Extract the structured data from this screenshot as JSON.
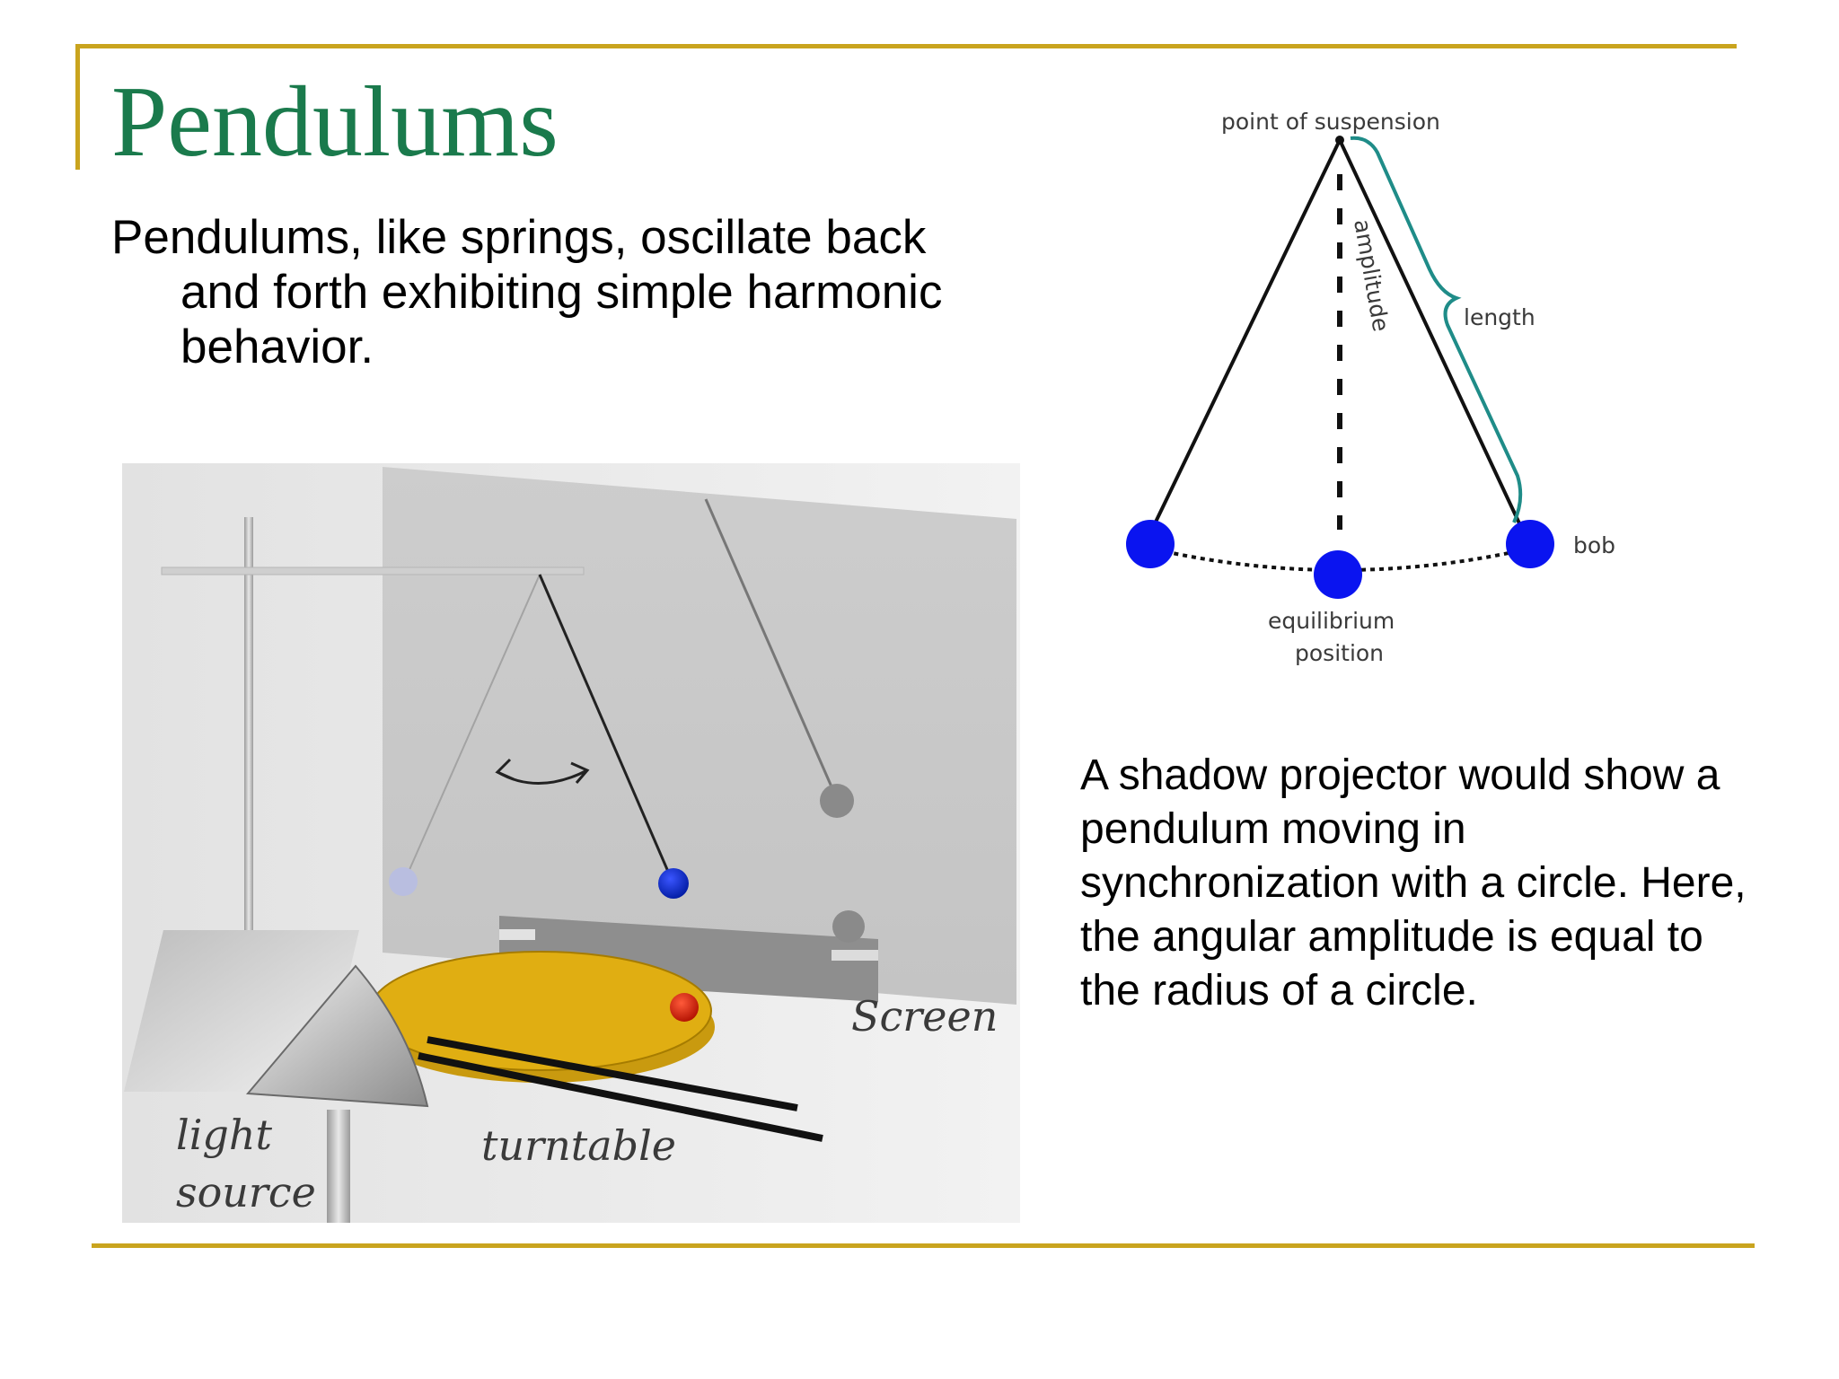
{
  "slide": {
    "title": "Pendulums",
    "bullet": "Pendulums, like springs, oscillate back and forth exhibiting simple harmonic behavior.",
    "caption": "A shadow projector would show a pendulum moving in synchronization with a circle. Here, the angular amplitude is equal to the radius of a circle."
  },
  "figure_left": {
    "labels": {
      "screen": "Screen",
      "light": "light",
      "source": "source",
      "turntable": "turntable"
    }
  },
  "figure_right": {
    "labels": {
      "suspension": "point of suspension",
      "amplitude": "amplitude",
      "length": "length",
      "bob": "bob",
      "equilibrium_line1": "equilibrium",
      "equilibrium_line2": "position"
    }
  },
  "colors": {
    "accent_rule": "#c9a41e",
    "title": "#1a7a4c",
    "bob_blue": "#0a14f0",
    "turntable": "#e0ae12",
    "bracket": "#1f8c88"
  }
}
